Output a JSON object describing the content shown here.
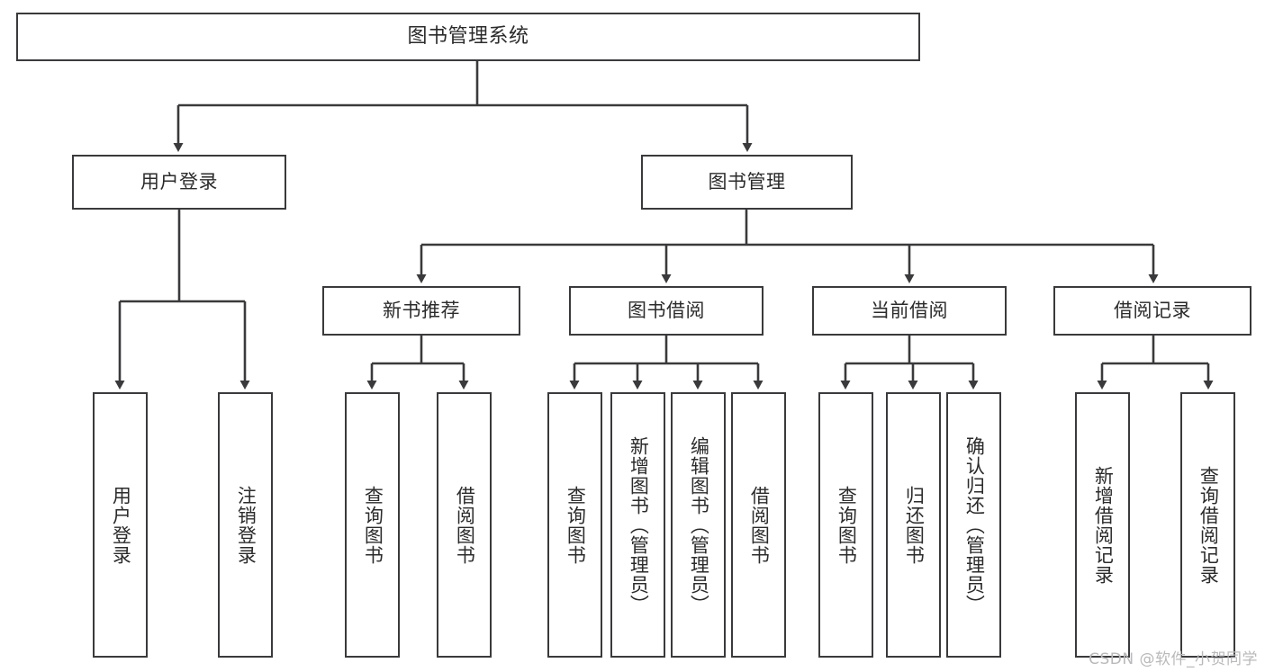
{
  "diagram": {
    "title": "图书管理系统",
    "type": "tree",
    "watermark": "CSDN @软件_小贺同学",
    "stroke_color": "#3a3a3c",
    "fill_color": "#ffffff",
    "text_color": "#2b2b2b",
    "watermark_color": "#b9b9bb"
  },
  "nodes": {
    "root": {
      "label": "图书管理系统"
    },
    "level1": [
      {
        "label": "用户登录"
      },
      {
        "label": "图书管理"
      }
    ],
    "level2": [
      {
        "label": "新书推荐"
      },
      {
        "label": "图书借阅"
      },
      {
        "label": "当前借阅"
      },
      {
        "label": "借阅记录"
      }
    ],
    "leaves": {
      "user_login": [
        {
          "label": "用户登录"
        },
        {
          "label": "注销登录"
        }
      ],
      "new_book_rec": [
        {
          "label": "查询图书"
        },
        {
          "label": "借阅图书"
        }
      ],
      "book_borrow": [
        {
          "label": "查询图书"
        },
        {
          "label": "新增图书（管理员）"
        },
        {
          "label": "编辑图书（管理员）"
        },
        {
          "label": "借阅图书"
        }
      ],
      "current_borrow": [
        {
          "label": "查询图书"
        },
        {
          "label": "归还图书"
        },
        {
          "label": "确认归还（管理员）"
        }
      ],
      "borrow_record": [
        {
          "label": "新增借阅记录"
        },
        {
          "label": "查询借阅记录"
        }
      ]
    }
  }
}
